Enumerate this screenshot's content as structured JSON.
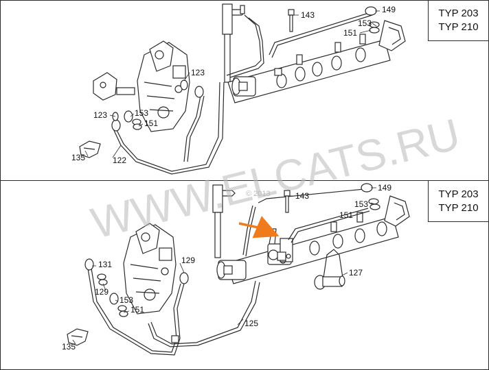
{
  "panels": [
    {
      "typ_lines": [
        "TYP 203",
        "TYP 210"
      ],
      "callouts": [
        "143",
        "149",
        "153",
        "151",
        "123",
        "123",
        "153",
        "151",
        "135",
        "122"
      ]
    },
    {
      "typ_lines": [
        "TYP 203",
        "TYP 210"
      ],
      "callouts": [
        "143",
        "149",
        "153",
        "151",
        "131",
        "129",
        "129",
        "153",
        "151",
        "127",
        "125",
        "135"
      ]
    }
  ],
  "watermark": {
    "text": "WWW.ELCATS.RU",
    "year": "© 2013"
  },
  "colors": {
    "line": "#2a2a2a",
    "highlight_arrow": "#f07b1c",
    "watermark": "#b9b9b9"
  }
}
